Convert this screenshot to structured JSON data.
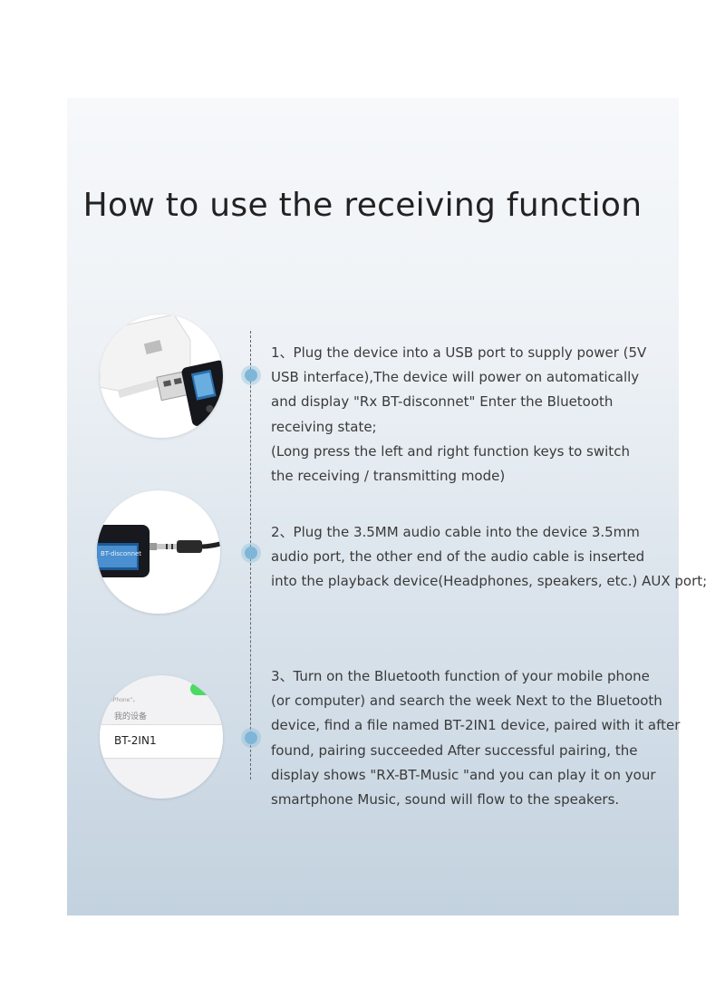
{
  "title": "How to use the receiving function",
  "steps": [
    {
      "lines": [
        "1、Plug the device into a USB port to supply power (5V",
        "USB interface),The device will power on automatically",
        "and display \"Rx BT-disconnet\" Enter the Bluetooth",
        "receiving state;",
        "(Long press the left and right function keys to switch",
        "the receiving / transmitting mode)"
      ]
    },
    {
      "lines": [
        "2、Plug the 3.5MM audio cable into the device 3.5mm",
        "audio port, the other end of the audio cable is inserted",
        "into the playback device(Headphones, speakers, etc.) AUX port;"
      ],
      "screen_text": "BT-disconnet"
    },
    {
      "lines": [
        "3、Turn on the Bluetooth function of your mobile phone",
        "(or computer) and search the week Next to the Bluetooth",
        "device, find a file named BT-2IN1 device, paired with it after",
        "found, pairing succeeded After successful pairing, the",
        "display shows \"RX-BT-Music \"and you can play it on your",
        "smartphone Music, sound will flow to the speakers."
      ],
      "phone_caption": "“iPhone”。",
      "phone_section": "我的设备",
      "device_name": "BT-2IN1"
    }
  ]
}
